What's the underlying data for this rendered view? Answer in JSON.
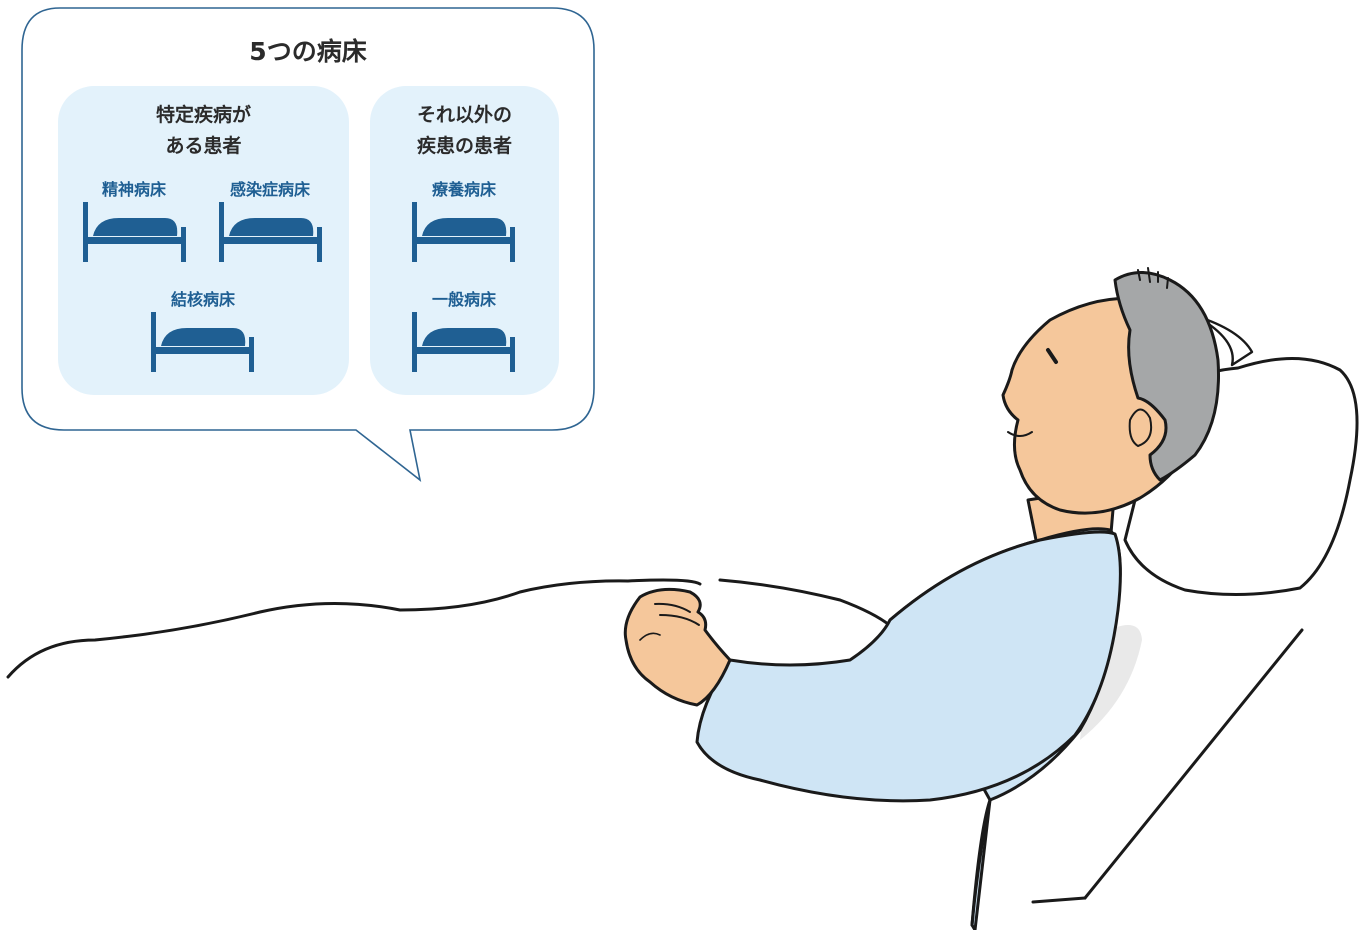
{
  "bubble": {
    "title": "5つの病床",
    "groups": [
      {
        "title": "特定疾病が\nある患者",
        "beds": [
          "精神病床",
          "感染症病床",
          "結核病床"
        ]
      },
      {
        "title": "それ以外の\n疾患の患者",
        "beds": [
          "療養病床",
          "一般病床"
        ]
      }
    ]
  },
  "colors": {
    "bubble_border": "#2f6592",
    "panel_fill": "#e3f2fb",
    "bed": "#1f5f93",
    "gown": "#cfe5f5",
    "hair": "#a5a7a8",
    "skin": "#f5c79b"
  },
  "icons": [
    "bed-icon",
    "patient-illustration"
  ]
}
